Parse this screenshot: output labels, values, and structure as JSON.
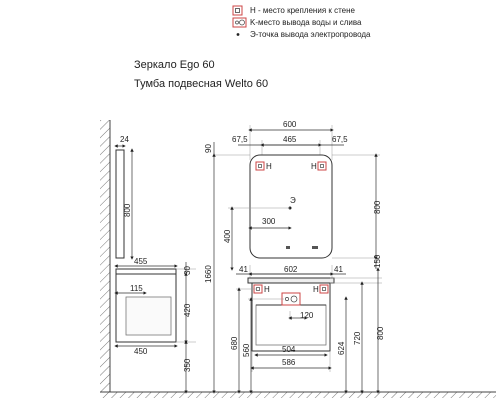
{
  "legend": {
    "h_label": "H - место крепления к стене",
    "k_label": "K-место вывода воды и слива",
    "e_label": "Э-точка вывода электропровода"
  },
  "titles": {
    "mirror": "Зеркало Ego 60",
    "cabinet": "Тумба подвесная Welto 60"
  },
  "markers": {
    "h": "H",
    "e": "Э"
  },
  "dims": {
    "mirror_width": "600",
    "mirror_side_left": "67,5",
    "mirror_inner": "465",
    "mirror_side_right": "67,5",
    "mirror_top_offset": "90",
    "mirror_height_right": "800",
    "mirror_e_height": "400",
    "mirror_e_offset": "300",
    "mirror_bottom_gap": "150",
    "side_mirror_depth": "24",
    "side_mirror_height": "800",
    "side_top_depth": "455",
    "side_top_thickness": "30",
    "side_drawer_offset": "115",
    "side_cabinet_height": "420",
    "side_cabinet_depth": "450",
    "side_floor_gap": "350",
    "total_height": "1660",
    "cabinet_h_height": "680",
    "cabinet_k_height": "560",
    "top_left_overhang": "41",
    "top_width": "602",
    "top_right_overhang": "41",
    "cabinet_k_offset": "120",
    "cabinet_inner_width": "504",
    "cabinet_width": "586",
    "right_624": "624",
    "right_720": "720",
    "right_800": "800"
  }
}
